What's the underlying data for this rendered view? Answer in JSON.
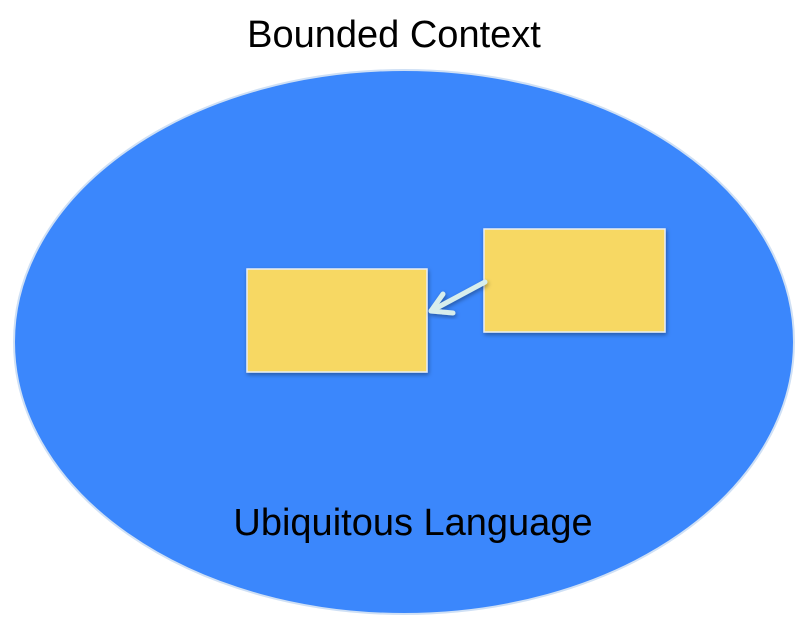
{
  "title": "Bounded Context",
  "footer_label": "Ubiquitous Language",
  "colors": {
    "context": "#3b87fc",
    "context_border": "#cfe0f5",
    "box": "#f7d864",
    "arrow": "#d8eeec"
  },
  "relationships": [
    {
      "from": "right-box",
      "to": "left-box"
    }
  ]
}
